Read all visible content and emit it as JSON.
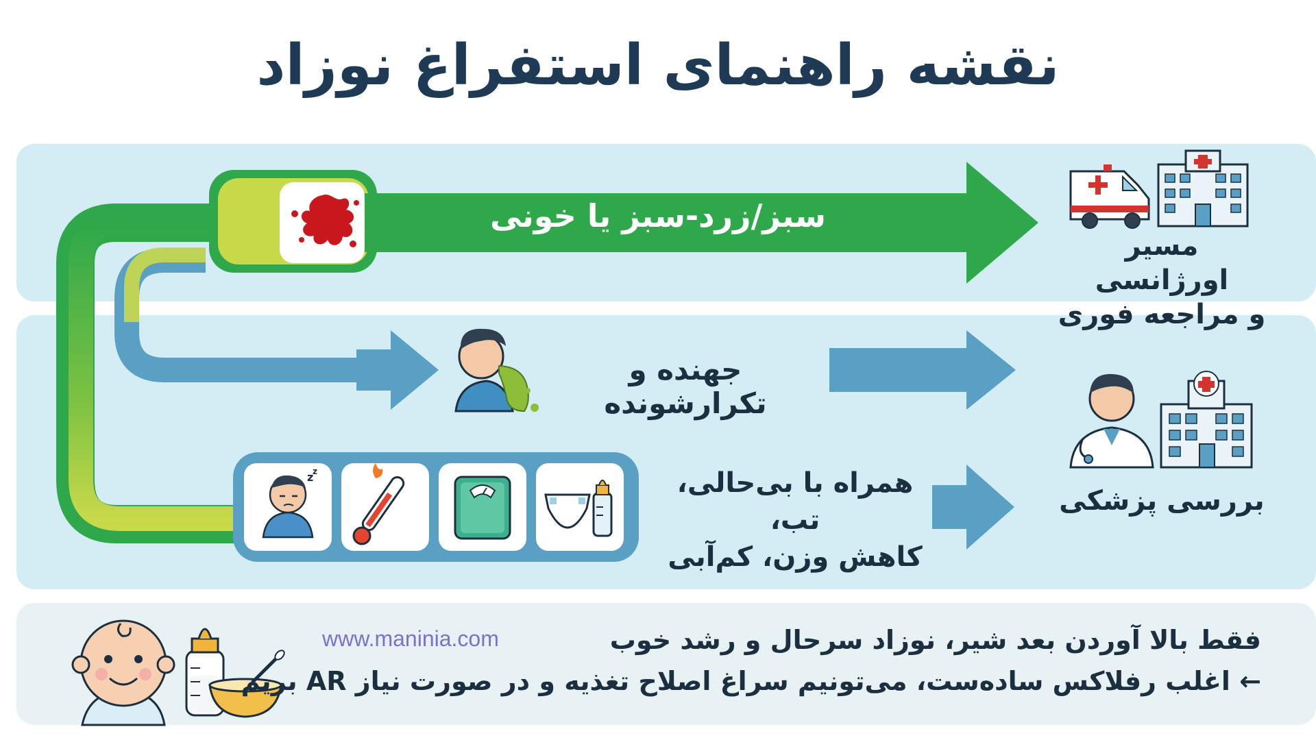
{
  "title": "نقشه راهنمای استفراغ نوزاد",
  "paths": {
    "urgent": {
      "label": "سبز/زرد-سبز یا خونی",
      "color": "#2ea84a"
    },
    "forceful": {
      "label": "جهنده و تکرارشونده",
      "color": "#5aa0c4"
    },
    "associated": {
      "line1": "همراه با بی‌حالی، تب،",
      "line2": "کاهش وزن، کم‌آبی"
    }
  },
  "destinations": {
    "urgent": {
      "line1": "مسیر اورژانسی",
      "line2": "و مراجعه فوری"
    },
    "medical": {
      "label": "بررسی پزشکی"
    }
  },
  "normal_box": {
    "line1": "فقط بالا آوردن بعد شیر، نوزاد سرحال و رشد خوب",
    "line2": "← اغلب رفلاکس ساده‌ست، می‌تونیم سراغ اصلاح تغذیه و در صورت نیاز AR بریم"
  },
  "watermark": "www.maninia.com",
  "icons": {
    "blood": "blood-splat-icon",
    "vomit": "vomiting-person-icon",
    "sleepy": "sleepy-baby-icon",
    "fever": "thermometer-icon",
    "weight": "scale-icon",
    "diaper": "diaper-bottle-icon",
    "ambulance": "ambulance-icon",
    "hospital": "hospital-icon",
    "doctor": "doctor-icon",
    "baby": "baby-face-icon",
    "bottle": "milk-bottle-icon",
    "bowl": "food-bowl-icon"
  }
}
